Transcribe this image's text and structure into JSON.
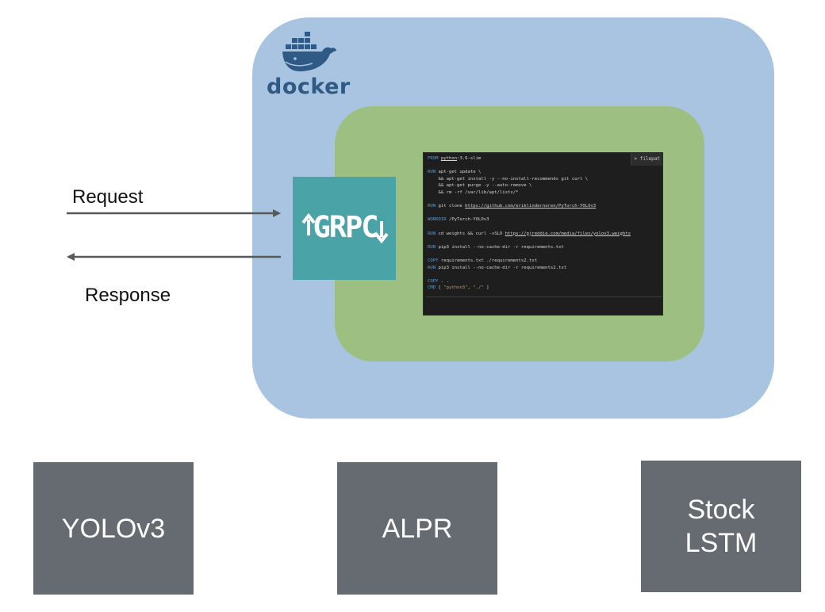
{
  "docker": {
    "logo_text": "docker",
    "color": "#a9c4e1"
  },
  "container": {
    "color": "#9dbf82"
  },
  "grpc": {
    "logo_text": "GRPC",
    "color": "#4aa4a7"
  },
  "dockerfile": {
    "tab_label": "> filepat",
    "lines": [
      [
        {
          "t": "FROM",
          "c": "kw"
        },
        {
          "t": " "
        },
        {
          "t": "python",
          "c": "url"
        },
        {
          "t": ":3.6-slim"
        }
      ],
      [
        {
          "t": ""
        }
      ],
      [
        {
          "t": "RUN",
          "c": "kw"
        },
        {
          "t": " apt-get update \\"
        }
      ],
      [
        {
          "t": "    && apt-get install -y --no-install-recommends git curl \\"
        }
      ],
      [
        {
          "t": "    && apt-get purge -y --auto-remove \\"
        }
      ],
      [
        {
          "t": "    && rm -rf /var/lib/apt/lists/*"
        }
      ],
      [
        {
          "t": ""
        }
      ],
      [
        {
          "t": "RUN",
          "c": "kw"
        },
        {
          "t": " git clone "
        },
        {
          "t": "https://github.com/eriklindernoren/PyTorch-YOLOv3",
          "c": "url"
        }
      ],
      [
        {
          "t": ""
        }
      ],
      [
        {
          "t": "WORKDIR",
          "c": "kw"
        },
        {
          "t": " /PyTorch-YOLOv3"
        }
      ],
      [
        {
          "t": ""
        }
      ],
      [
        {
          "t": "RUN",
          "c": "kw"
        },
        {
          "t": " cd weights && curl -sSLO "
        },
        {
          "t": "https://pjreddie.com/media/files/yolov3.weights",
          "c": "url"
        }
      ],
      [
        {
          "t": ""
        }
      ],
      [
        {
          "t": "RUN",
          "c": "kw"
        },
        {
          "t": " pip3 install --no-cache-dir -r requirements.txt"
        }
      ],
      [
        {
          "t": ""
        }
      ],
      [
        {
          "t": "COPY",
          "c": "kw"
        },
        {
          "t": " requirements.txt ./requirements2.txt"
        }
      ],
      [
        {
          "t": "RUN",
          "c": "kw"
        },
        {
          "t": " pip3 install --no-cache-dir -r requirements2.txt"
        }
      ],
      [
        {
          "t": ""
        }
      ],
      [
        {
          "t": "COPY",
          "c": "kw"
        },
        {
          "t": " . ."
        }
      ],
      [
        {
          "t": "CMD",
          "c": "kw"
        },
        {
          "t": " "
        },
        {
          "t": "[",
          "c": "caret"
        },
        {
          "t": " "
        },
        {
          "t": "\"python3\"",
          "c": "str"
        },
        {
          "t": ", "
        },
        {
          "t": "\"./\"",
          "c": "str"
        },
        {
          "t": " "
        },
        {
          "t": "]",
          "c": "caret"
        }
      ]
    ]
  },
  "flow": {
    "request_label": "Request",
    "response_label": "Response"
  },
  "models": {
    "yolo": "YOLOv3",
    "alpr": "ALPR",
    "stock_line1": "Stock",
    "stock_line2": "LSTM",
    "color": "#656b71"
  }
}
